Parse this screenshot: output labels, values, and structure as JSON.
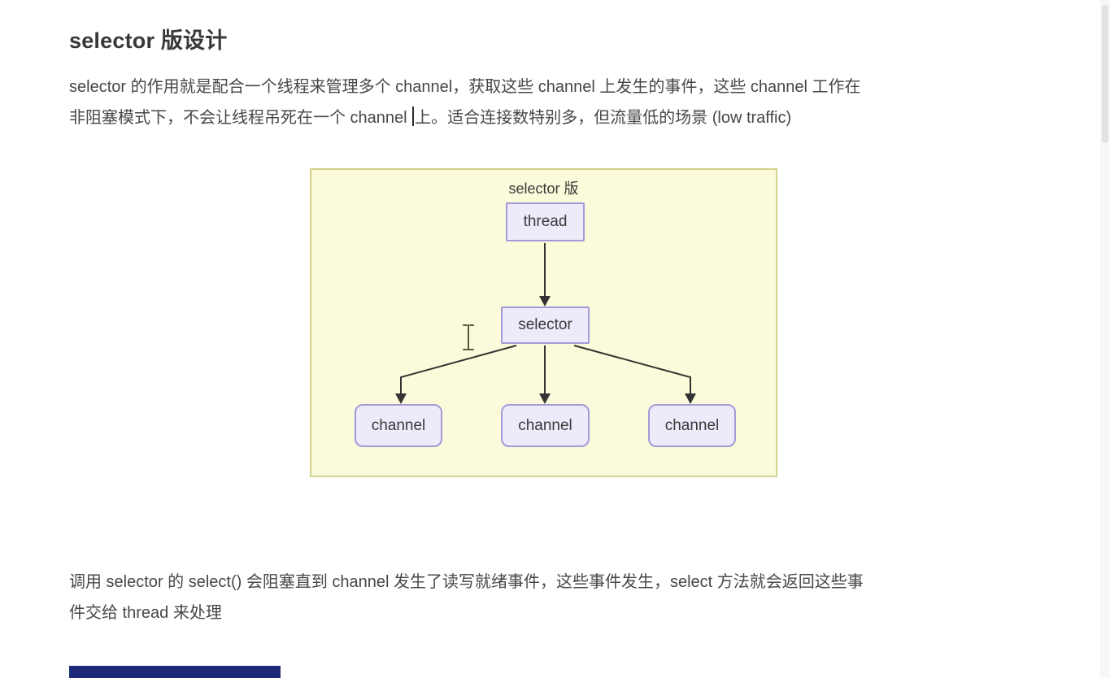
{
  "document": {
    "heading": "selector 版设计",
    "para1_line1": "selector 的作用就是配合一个线程来管理多个 channel，获取这些 channel 上发生的事件，这些 channel 工作在",
    "para1_line2_before_caret": "非阻塞模式下，不会让线程吊死在一个 channel ",
    "para1_line2_after_caret": "上。适合连接数特别多，但流量低的场景 (low traffic)",
    "para2_line1": "调用 selector 的 select() 会阻塞直到 channel 发生了读写就绪事件，这些事件发生，select 方法就会返回这些事",
    "para2_line2": "件交给 thread 来处理"
  },
  "diagram": {
    "title": "selector 版",
    "thread_label": "thread",
    "selector_label": "selector",
    "channel_labels": [
      "channel",
      "channel",
      "channel"
    ],
    "colors": {
      "canvas_bg": "#fbfbdc",
      "canvas_border": "#d2d28a",
      "node_fill": "#edeaf9",
      "node_border": "#a49ad8",
      "arrow": "#333333"
    }
  },
  "page_colors": {
    "background": "#ffffff",
    "text": "#474747",
    "heading_text": "#383838",
    "bottom_bar": "#1e2a78"
  }
}
